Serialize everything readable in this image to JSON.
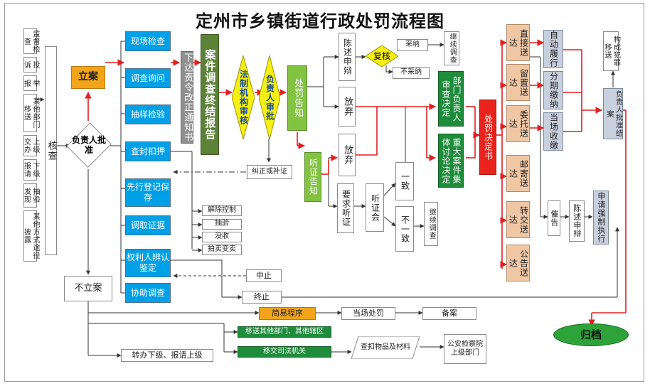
{
  "title": "定州市乡镇街道行政处罚流程图",
  "sources": [
    "监督检查",
    "投诉",
    "举报",
    "其他部门移送",
    "上级交办",
    "下级报请",
    "抽验发现",
    "其他方式途径披露"
  ],
  "verify": "核查",
  "approve": "负责人批准",
  "file_case": "立案",
  "no_case": "不立案",
  "investigations": [
    "现场检查",
    "调查询问",
    "抽样检验",
    "查封扣押",
    "先行登记保存",
    "调取证据",
    "权利人辨认鉴定",
    "协助调查"
  ],
  "rectify_notice": "下达责令改正通知书",
  "case_report": "案件调查终结报告",
  "legal_review": "法制机构审核",
  "head_approval": "负责人审批",
  "penalty_notice": "处罚告知",
  "hearing_notice": "听证告知",
  "statement": "陈述申辩",
  "review": "复核",
  "adopt": "采纳",
  "not_adopt": "不采纳",
  "continue_investigation": "继续调查",
  "waive1": "放弃",
  "waive2": "放弃",
  "request_hearing": "要求听证",
  "hearing": "听证会",
  "consistent": "一致",
  "inconsistent": "不一致",
  "continue_investigation2": "继续调查",
  "dept_head_decision": "部门负责人审查决定",
  "collective_decision": "重大案件集体讨论决定",
  "penalty_decision": "处罚决定书",
  "correct_supplement": "纠正或补证",
  "seize_actions": [
    "解除控制",
    "抽验",
    "没收",
    "拍卖变卖"
  ],
  "suspend": "中止",
  "terminate": "终止",
  "delivery": [
    "直接送达",
    "留置送达",
    "委托送达",
    "邮寄送达",
    "转交送达",
    "公告送达"
  ],
  "execution": [
    "自动履行",
    "分期缴纳",
    "当场收缴"
  ],
  "notice": "催告",
  "statement2": "陈述申辩",
  "enforce": "申请强制执行",
  "crime_transfer": "构成犯罪移送",
  "head_review_close": "负责人批准结案",
  "archive": "归档",
  "simple_procedure": "简易程序",
  "onsite_penalty": "当场处罚",
  "record": "备案",
  "transfer_other": "移送其他部门、其他辖区",
  "transfer_judicial": "移交司法机关",
  "seized_materials": "查扣物品及材料",
  "police_dept": "公安检察院上级部门",
  "forward": "转办下级、报请上级"
}
